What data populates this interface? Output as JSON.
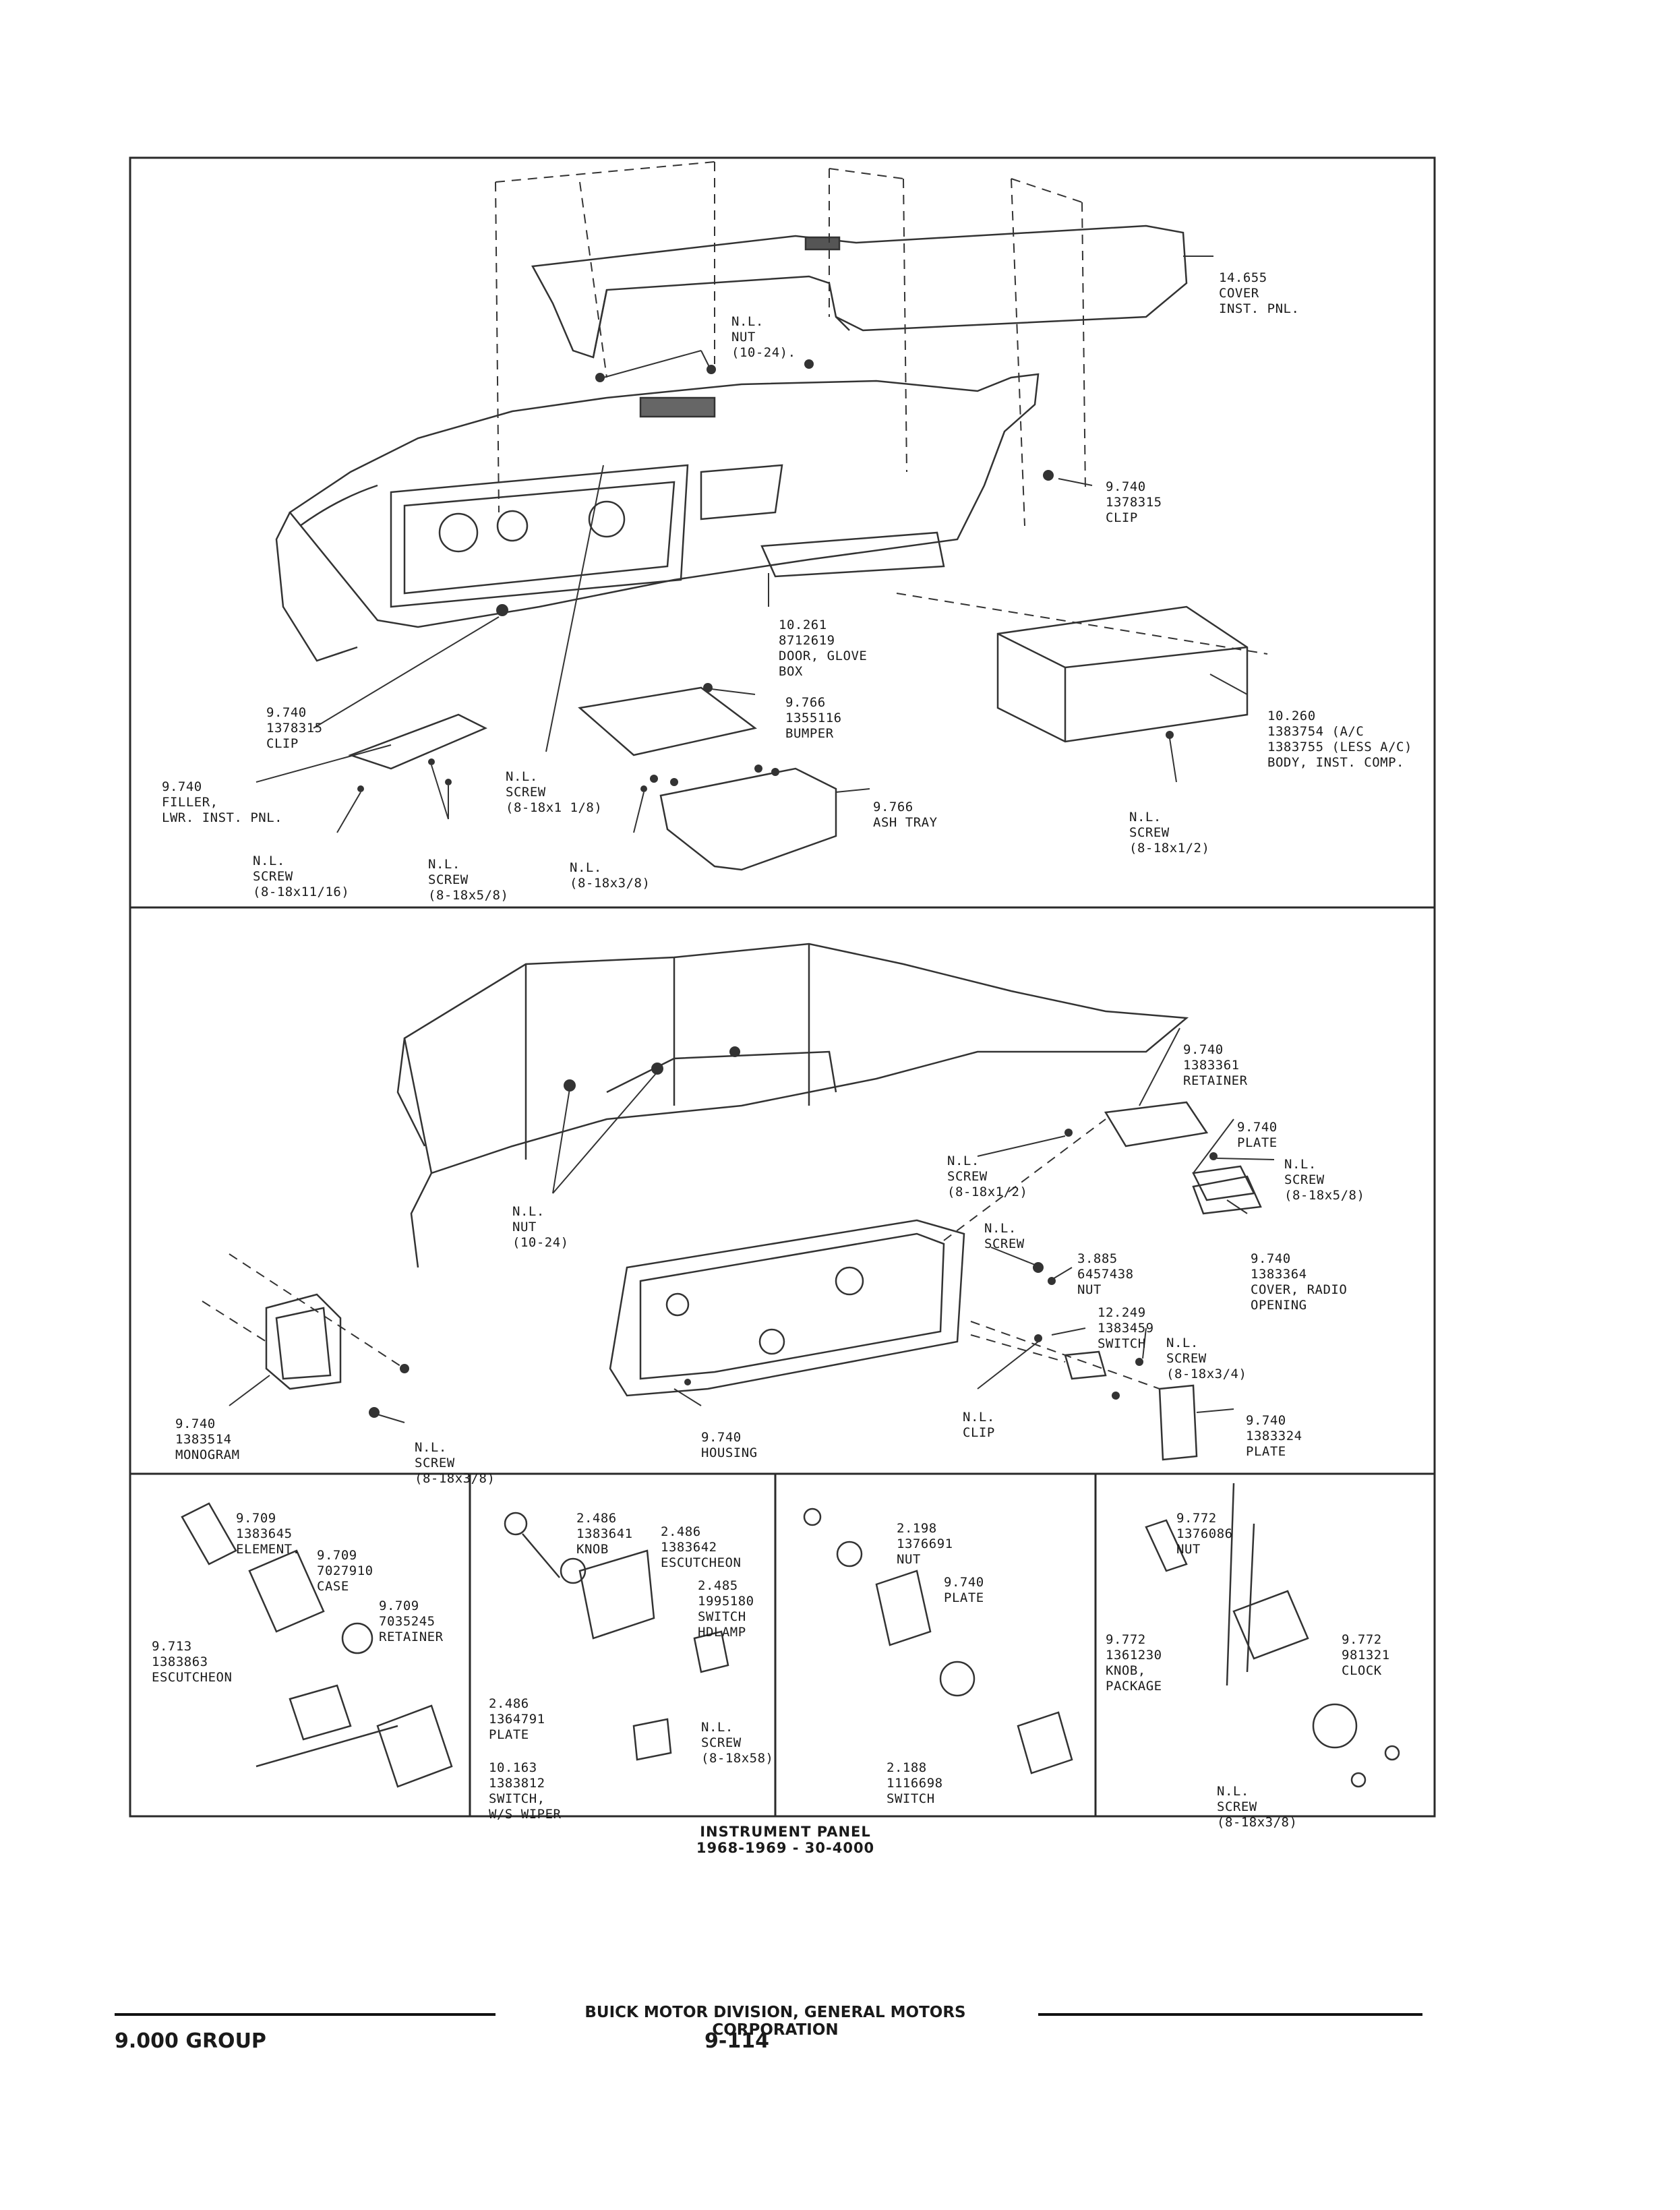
{
  "caption": {
    "line1": "INSTRUMENT PANEL",
    "line2": "1968-1969 - 30-4000"
  },
  "footer": {
    "group": "9.000 GROUP",
    "company": "BUICK MOTOR DIVISION, GENERAL MOTORS CORPORATION",
    "page": "9-114"
  },
  "panel_top": {
    "labels": [
      {
        "id": "cover-inst-pnl",
        "lines": [
          "14.655",
          "COVER",
          "INST. PNL."
        ]
      },
      {
        "id": "nl-nut-top",
        "lines": [
          "N.L.",
          "NUT",
          "(10-24)."
        ]
      },
      {
        "id": "clip-right",
        "lines": [
          "9.740",
          "1378315",
          "CLIP"
        ]
      },
      {
        "id": "door-glove-box",
        "lines": [
          "10.261",
          "8712619",
          "DOOR, GLOVE",
          "BOX"
        ]
      },
      {
        "id": "clip-left",
        "lines": [
          "9.740",
          "1378315",
          "CLIP"
        ]
      },
      {
        "id": "bumper",
        "lines": [
          "9.766",
          "1355116",
          "BUMPER"
        ]
      },
      {
        "id": "body-inst-comp",
        "lines": [
          "10.260",
          "1383754 (A/C",
          "1383755 (LESS A/C)",
          "BODY, INST. COMP."
        ]
      },
      {
        "id": "filler",
        "lines": [
          "9.740",
          "FILLER,",
          "LWR. INST. PNL."
        ]
      },
      {
        "id": "nl-screw-center",
        "lines": [
          "N.L.",
          "SCREW",
          "(8-18x1 1/8)"
        ]
      },
      {
        "id": "ash-tray",
        "lines": [
          "9.766",
          "ASH TRAY"
        ]
      },
      {
        "id": "nl-screw-glove",
        "lines": [
          "N.L.",
          "SCREW",
          "(8-18x1/2)"
        ]
      },
      {
        "id": "nl-screw-11-16",
        "lines": [
          "N.L.",
          "SCREW",
          "(8-18x11/16)"
        ]
      },
      {
        "id": "nl-screw-5-8",
        "lines": [
          "N.L.",
          "SCREW",
          "(8-18x5/8)"
        ]
      },
      {
        "id": "nl-screw-3-8",
        "lines": [
          "N.L.",
          "(8-18x3/8)"
        ]
      }
    ]
  },
  "panel_middle": {
    "labels": [
      {
        "id": "retainer",
        "lines": [
          "9.740",
          "1383361",
          "RETAINER"
        ]
      },
      {
        "id": "plate-upper",
        "lines": [
          "9.740",
          "PLATE"
        ]
      },
      {
        "id": "nl-screw-5-8-mid",
        "lines": [
          "N.L.",
          "SCREW",
          "(8-18x5/8)"
        ]
      },
      {
        "id": "nl-screw-1-2-mid",
        "lines": [
          "N.L.",
          "SCREW",
          "(8-18x1/2)"
        ]
      },
      {
        "id": "cover-radio",
        "lines": [
          "9.740",
          "1383364",
          "COVER, RADIO",
          "OPENING"
        ]
      },
      {
        "id": "nl-nut-mid",
        "lines": [
          "N.L.",
          "NUT",
          "(10-24)"
        ]
      },
      {
        "id": "nl-screw-plain",
        "lines": [
          "N.L.",
          "SCREW"
        ]
      },
      {
        "id": "nut-3885",
        "lines": [
          "3.885",
          "6457438",
          "NUT"
        ]
      },
      {
        "id": "switch-12249",
        "lines": [
          "12.249",
          "1383459",
          "SWITCH"
        ]
      },
      {
        "id": "nl-screw-3-4",
        "lines": [
          "N.L.",
          "SCREW",
          "(8-18x3/4)"
        ]
      },
      {
        "id": "monogram",
        "lines": [
          "9.740",
          "1383514",
          "MONOGRAM"
        ]
      },
      {
        "id": "nl-screw-3-8-mid",
        "lines": [
          "N.L.",
          "SCREW",
          "(8-18x3/8)"
        ]
      },
      {
        "id": "housing",
        "lines": [
          "9.740",
          "HOUSING"
        ]
      },
      {
        "id": "nl-clip",
        "lines": [
          "N.L.",
          "CLIP"
        ]
      },
      {
        "id": "plate-1383324",
        "lines": [
          "9.740",
          "1383324",
          "PLATE"
        ]
      }
    ]
  },
  "panel_bottom": {
    "labels": [
      {
        "id": "element",
        "lines": [
          "9.709",
          "1383645",
          "ELEMENT."
        ]
      },
      {
        "id": "case",
        "lines": [
          "9.709",
          "7027910",
          "CASE"
        ]
      },
      {
        "id": "retainer-9709",
        "lines": [
          "9.709",
          "7035245",
          "RETAINER"
        ]
      },
      {
        "id": "escutcheon-9713",
        "lines": [
          "9.713",
          "1383863",
          "ESCUTCHEON"
        ]
      },
      {
        "id": "knob-2486",
        "lines": [
          "2.486",
          "1383641",
          "KNOB"
        ]
      },
      {
        "id": "escutcheon-2486",
        "lines": [
          "2.486",
          "1383642",
          "ESCUTCHEON"
        ]
      },
      {
        "id": "switch-hdlamp",
        "lines": [
          "2.485",
          "1995180",
          "SWITCH",
          "HDLAMP"
        ]
      },
      {
        "id": "plate-2486",
        "lines": [
          "2.486",
          "1364791",
          "PLATE"
        ]
      },
      {
        "id": "nl-screw-58",
        "lines": [
          "N.L.",
          "SCREW",
          "(8-18x58)"
        ]
      },
      {
        "id": "switch-wiper",
        "lines": [
          "10.163",
          "1383812",
          "SWITCH,",
          "W/S WIPER"
        ]
      },
      {
        "id": "nut-2198",
        "lines": [
          "2.198",
          "1376691",
          "NUT"
        ]
      },
      {
        "id": "plate-9740",
        "lines": [
          "9.740",
          "PLATE"
        ]
      },
      {
        "id": "switch-2188",
        "lines": [
          "2.188",
          "1116698",
          "SWITCH"
        ]
      },
      {
        "id": "nut-9772",
        "lines": [
          "9.772",
          "1376086",
          "NUT"
        ]
      },
      {
        "id": "knob-package",
        "lines": [
          "9.772",
          "1361230",
          "KNOB,",
          "PACKAGE"
        ]
      },
      {
        "id": "clock",
        "lines": [
          "9.772",
          "981321",
          "CLOCK"
        ]
      },
      {
        "id": "nl-screw-bottom",
        "lines": [
          "N.L.",
          "SCREW",
          "(8-18x3/8)"
        ]
      }
    ]
  }
}
